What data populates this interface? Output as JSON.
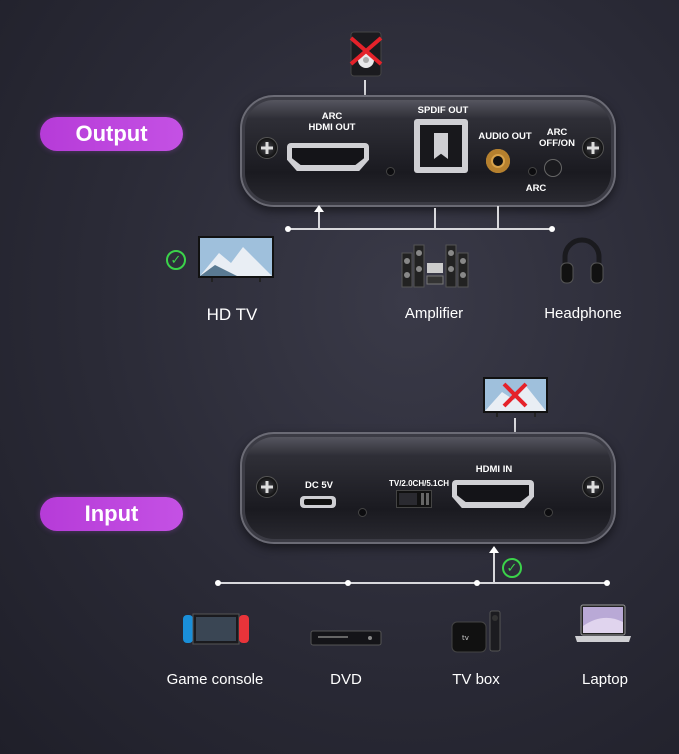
{
  "sections": {
    "output_label": "Output",
    "input_label": "Input"
  },
  "output_device": {
    "arc_hdmi_out": "ARC\nHDMI OUT",
    "spdif_out": "SPDIF OUT",
    "audio_out": "AUDIO OUT",
    "arc_switch": "ARC\nOFF/ON",
    "arc": "ARC"
  },
  "input_device": {
    "dc_5v": "DC 5V",
    "mode_switch": "TV/2.0CH/5.1CH",
    "hdmi_in": "HDMI IN"
  },
  "output_targets": [
    "HD TV",
    "Amplifier",
    "Headphone"
  ],
  "input_sources": [
    "Game console",
    "DVD",
    "TV box",
    "Laptop"
  ],
  "colors": {
    "accent_pill": "#c04ae2",
    "check_green": "#3bd34a",
    "cross_red": "#e5222a"
  }
}
